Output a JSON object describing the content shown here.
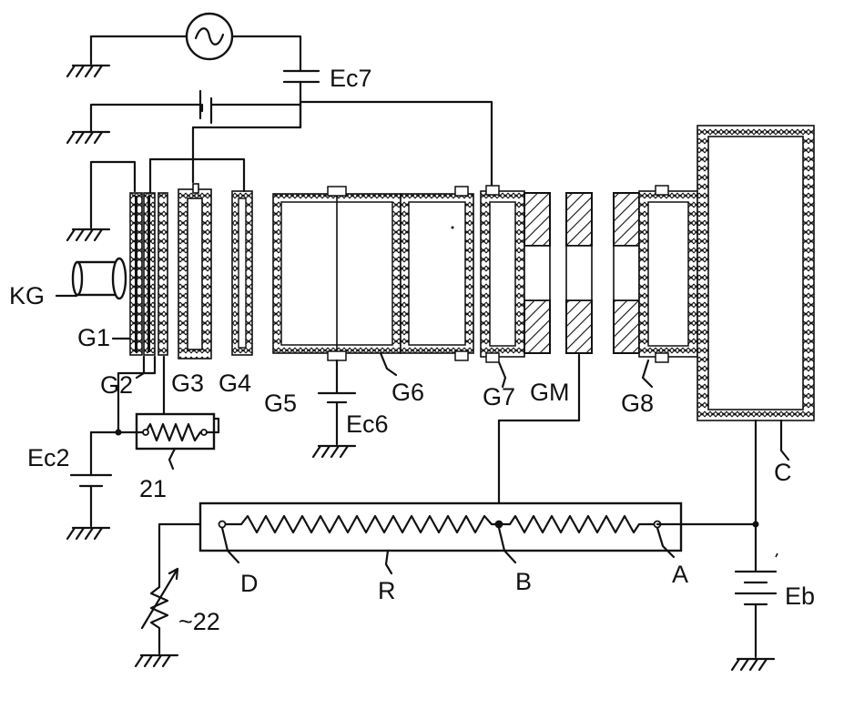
{
  "labels": {
    "kg": "KG",
    "g1": "G1",
    "g2": "G2",
    "g3": "G3",
    "g4": "G4",
    "g5": "G5",
    "g6": "G6",
    "g7": "G7",
    "gm": "GM",
    "g8": "G8",
    "c": "C",
    "ec7": "Ec7",
    "ec6": "Ec6",
    "ec2": "Ec2",
    "eb": "Eb",
    "n21": "21",
    "n22": "~22",
    "r": "R",
    "a": "A",
    "b": "B",
    "d": "D"
  }
}
